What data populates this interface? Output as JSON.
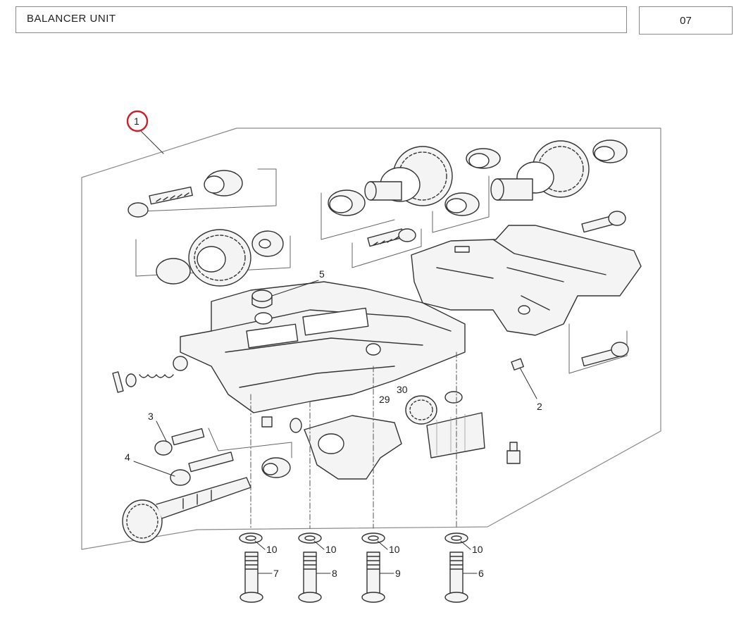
{
  "header": {
    "title": "BALANCER UNIT",
    "page_number": "07"
  },
  "colors": {
    "line": "#333333",
    "frame": "#8a8a8a",
    "highlight": "#cc1f2a",
    "fill": "#f4f4f4",
    "shade": "#cfcfcf"
  },
  "callouts": {
    "assembly": "1",
    "c2": "2",
    "c3": "3",
    "c4": "4",
    "c5": "5",
    "c6": "6",
    "c7": "7",
    "c8": "8",
    "c9": "9",
    "c10a": "10",
    "c10b": "10",
    "c10c": "10",
    "c10d": "10",
    "c29": "29",
    "c30": "30"
  }
}
